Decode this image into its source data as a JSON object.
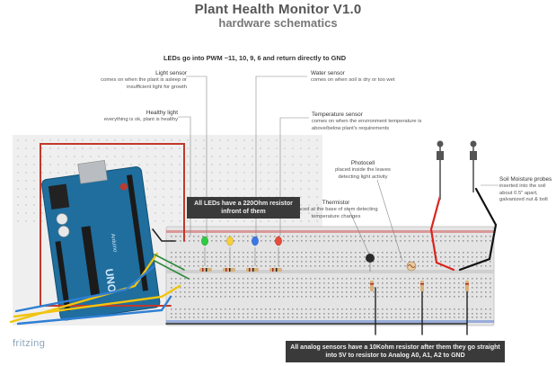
{
  "header": {
    "title": "Plant Health Monitor V1.0",
    "subtitle": "hardware schematics"
  },
  "heading": "LEDs go into PWM ~11, 10, 9, 6 and return directly to GND",
  "labels": {
    "light_sensor": {
      "title": "Light sensor",
      "desc": "comes on when the plant is asleep or insufficient light for growth"
    },
    "healthy_light": {
      "title": "Healthy light",
      "desc": "everything is ok, plant is  healthy"
    },
    "water_sensor": {
      "title": "Water sensor",
      "desc": "comes on when soil is dry or too wet"
    },
    "temperature_sensor": {
      "title": "Temperature sensor",
      "desc": "comes on when the environment temperature is above/below plant's requirements"
    },
    "photocell": {
      "title": "Photocell",
      "desc": "placed inside the leaves detecting light activity"
    },
    "thermistor": {
      "title": "Thermistor",
      "desc": "placed at the base of stem detecting temperature changes"
    },
    "soil_probes": {
      "title": "Soil Moisture probes",
      "desc": "inserted into the soil about 0.5\" apart, galvanized nut & bolt"
    }
  },
  "notes": {
    "led_resistor": "All LEDs have a 220Ohm resistor infront of them",
    "analog_resistor": "All analog sensors have a 10Kohm resistor after them they go straight into 5V to resistor to Analog A0, A1, A2 to GND"
  },
  "board_text": {
    "uno": "UNO",
    "arduino": "Arduino"
  },
  "brand": "fritzing",
  "colors": {
    "board": "#1f6e9e",
    "breadboard": "#dcdcdc",
    "wire_red": "#c0392b",
    "wire_black": "#222222",
    "wire_yellow": "#f1c40f",
    "wire_blue": "#2f7fd4",
    "wire_green": "#2e8b3e",
    "led_green": "#2ecc40",
    "led_yellow": "#f4d03f",
    "led_blue": "#3b78e7",
    "led_red": "#e74c3c"
  }
}
